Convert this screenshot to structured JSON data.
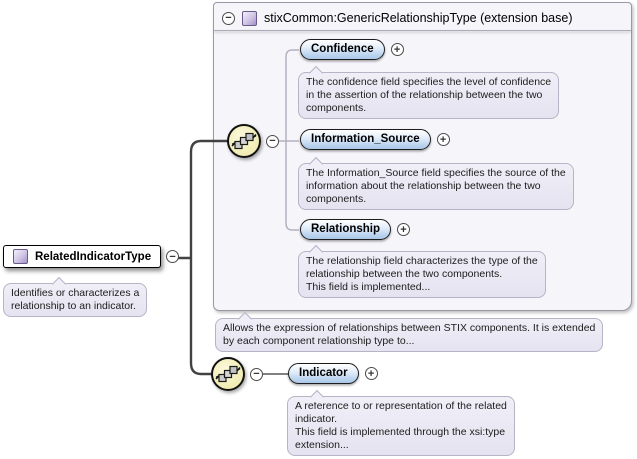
{
  "symbols": {
    "collapse": "−",
    "expand": "+"
  },
  "root": {
    "label": "RelatedIndicatorType",
    "annotation": "Identifies or characterizes a\nrelationship to an indicator."
  },
  "extension": {
    "title": "stixCommon:GenericRelationshipType (extension base)",
    "annotation": "Allows the expression of relationships between STIX components. It is extended\nby each component relationship type to...",
    "elements": [
      {
        "name": "Confidence",
        "annotation": "The confidence field specifies the level of confidence\nin the assertion of the relationship between the two\ncomponents."
      },
      {
        "name": "Information_Source",
        "annotation": "The Information_Source field specifies the source of the\ninformation about the relationship between the two\ncomponents."
      },
      {
        "name": "Relationship",
        "annotation": "The relationship field characterizes the type of the\nrelationship between the two components.\nThis field is implemented..."
      }
    ]
  },
  "sequence": {
    "elements": [
      {
        "name": "Indicator",
        "annotation": "A reference to or representation of the related\nindicator.\nThis field is implemented through the xsi:type\nextension..."
      }
    ]
  }
}
